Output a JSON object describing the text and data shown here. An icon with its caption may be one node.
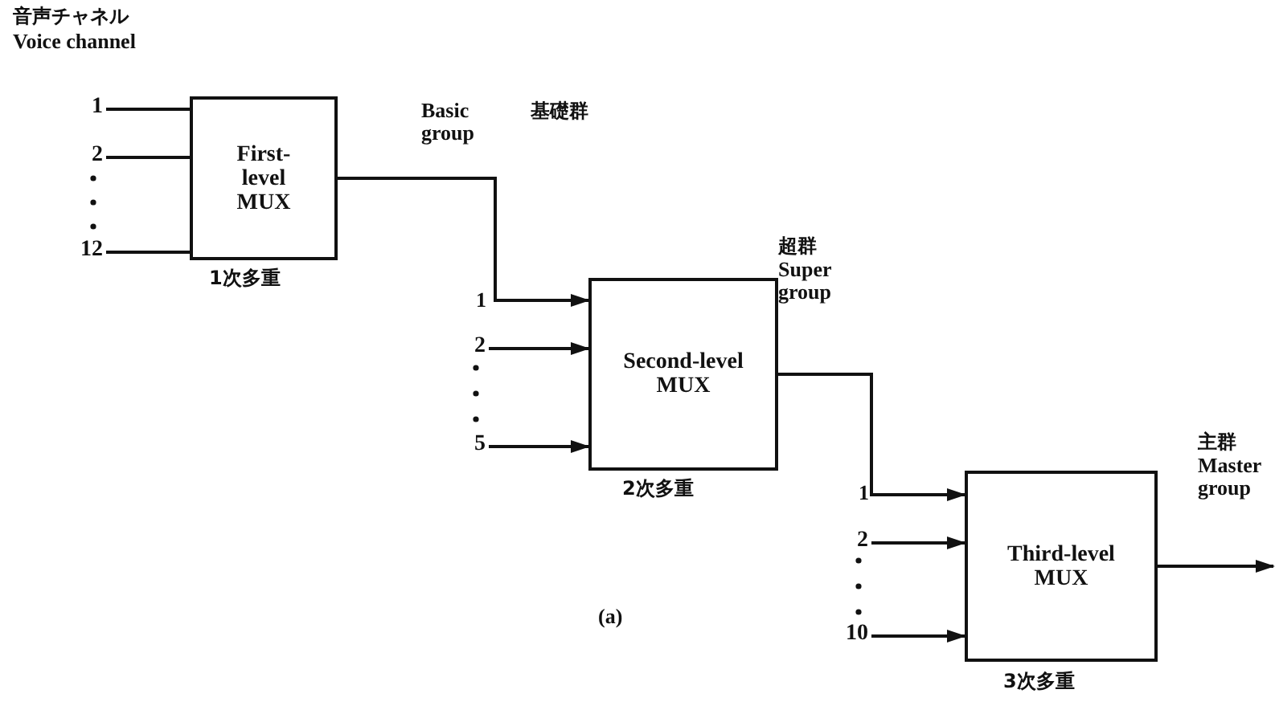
{
  "diagram": {
    "nodes": [
      {
        "text": [
          "First-level MUX"
        ],
        "beside": [
          "1次多重"
        ]
      },
      {
        "text": [
          "Second-level MUX"
        ],
        "beside": [
          "2次多重"
        ]
      },
      {
        "text": [
          "Third-level MUX"
        ],
        "beside": [
          "3次多重"
        ]
      },
      {
        "text": [
          "1"
        ]
      },
      {
        "text": [
          "2"
        ]
      },
      {
        "text": [
          "12"
        ]
      },
      {
        "text": [
          "2"
        ]
      },
      {
        "text": [
          "5"
        ]
      },
      {
        "text": [
          "2"
        ]
      },
      {
        "text": [
          "10"
        ]
      }
    ],
    "edges": [
      {
        "from": 3,
        "to": 0,
        "arrow": "none"
      },
      {
        "from": 4,
        "to": 0,
        "arrow": "none"
      },
      {
        "from": 5,
        "to": 0,
        "arrow": "none"
      },
      {
        "from": 0,
        "to": 1,
        "arrow": "to"
      },
      {
        "from": 6,
        "to": 1,
        "arrow": "to"
      },
      {
        "from": 7,
        "to": 1,
        "arrow": "to"
      },
      {
        "from": 1,
        "to": 2,
        "arrow": "to"
      },
      {
        "from": 8,
        "to": 2,
        "arrow": "to"
      },
      {
        "from": 9,
        "to": 2,
        "arrow": "to"
      },
      {
        "from": 2,
        "to": null,
        "arrow": "to"
      }
    ],
    "labels": [
      "音声チャネル",
      "Voice channel",
      "Basic group",
      "基礎群",
      "1",
      "超群",
      "Super group",
      "1",
      "主群",
      "Master group",
      "(a)"
    ]
  }
}
